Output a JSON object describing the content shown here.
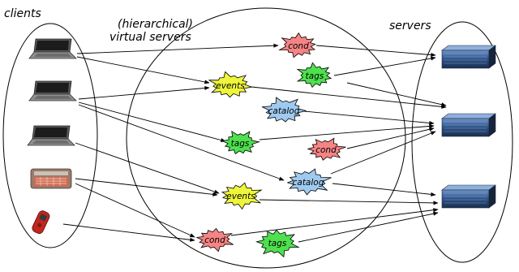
{
  "labels": {
    "clients": "clients",
    "virtual_line1": "(hierarchical)",
    "virtual_line2": "virtual servers",
    "servers": "servers"
  },
  "colors": {
    "cond": "#f58484",
    "tags": "#4ee04e",
    "events": "#eef53a",
    "catalog": "#9fcaf0",
    "outline": "#000000",
    "server_body": "#203a5c",
    "server_front": "#4d79b4"
  },
  "bursts": [
    {
      "id": "cond-top",
      "label": "cond",
      "kind": "cond"
    },
    {
      "id": "tags-top",
      "label": "tags",
      "kind": "tags"
    },
    {
      "id": "events-1",
      "label": "events",
      "kind": "events"
    },
    {
      "id": "catalog-1",
      "label": "catalog",
      "kind": "catalog"
    },
    {
      "id": "tags-mid",
      "label": "tags",
      "kind": "tags"
    },
    {
      "id": "cond-mid",
      "label": "cond",
      "kind": "cond"
    },
    {
      "id": "catalog-2",
      "label": "catalog",
      "kind": "catalog"
    },
    {
      "id": "events-2",
      "label": "events",
      "kind": "events"
    },
    {
      "id": "cond-bottom",
      "label": "cond",
      "kind": "cond"
    },
    {
      "id": "tags-bottom",
      "label": "tags",
      "kind": "tags"
    }
  ],
  "clients": [
    {
      "id": "laptop-1",
      "icon": "laptop-icon"
    },
    {
      "id": "laptop-2",
      "icon": "laptop-icon"
    },
    {
      "id": "laptop-3",
      "icon": "laptop-icon"
    },
    {
      "id": "handheld",
      "icon": "handheld-device-icon"
    },
    {
      "id": "phone",
      "icon": "mobile-phone-icon"
    }
  ],
  "servers": [
    {
      "id": "server-1",
      "icon": "server-icon"
    },
    {
      "id": "server-2",
      "icon": "server-icon"
    },
    {
      "id": "server-3",
      "icon": "server-icon"
    }
  ]
}
